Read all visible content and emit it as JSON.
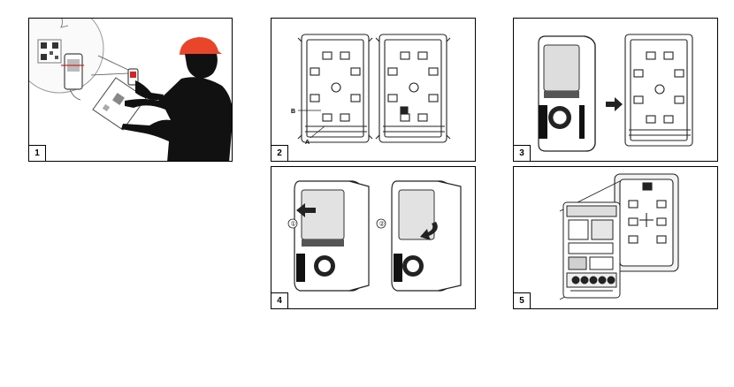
{
  "steps": [
    {
      "number": "1"
    },
    {
      "number": "2",
      "labels": {
        "a": "A",
        "b": "B"
      }
    },
    {
      "number": "3"
    },
    {
      "number": "4",
      "labels": {
        "first": "①",
        "second": "②"
      }
    },
    {
      "number": "5"
    }
  ],
  "colors": {
    "cap": "#e8452a",
    "silhouette": "#111111",
    "line": "#222222",
    "scan_line": "#e02020"
  },
  "icons": [
    "person-silhouette",
    "qr-code",
    "smartphone",
    "wallbox",
    "mounting-frame",
    "arrow-right",
    "arrow-left"
  ]
}
